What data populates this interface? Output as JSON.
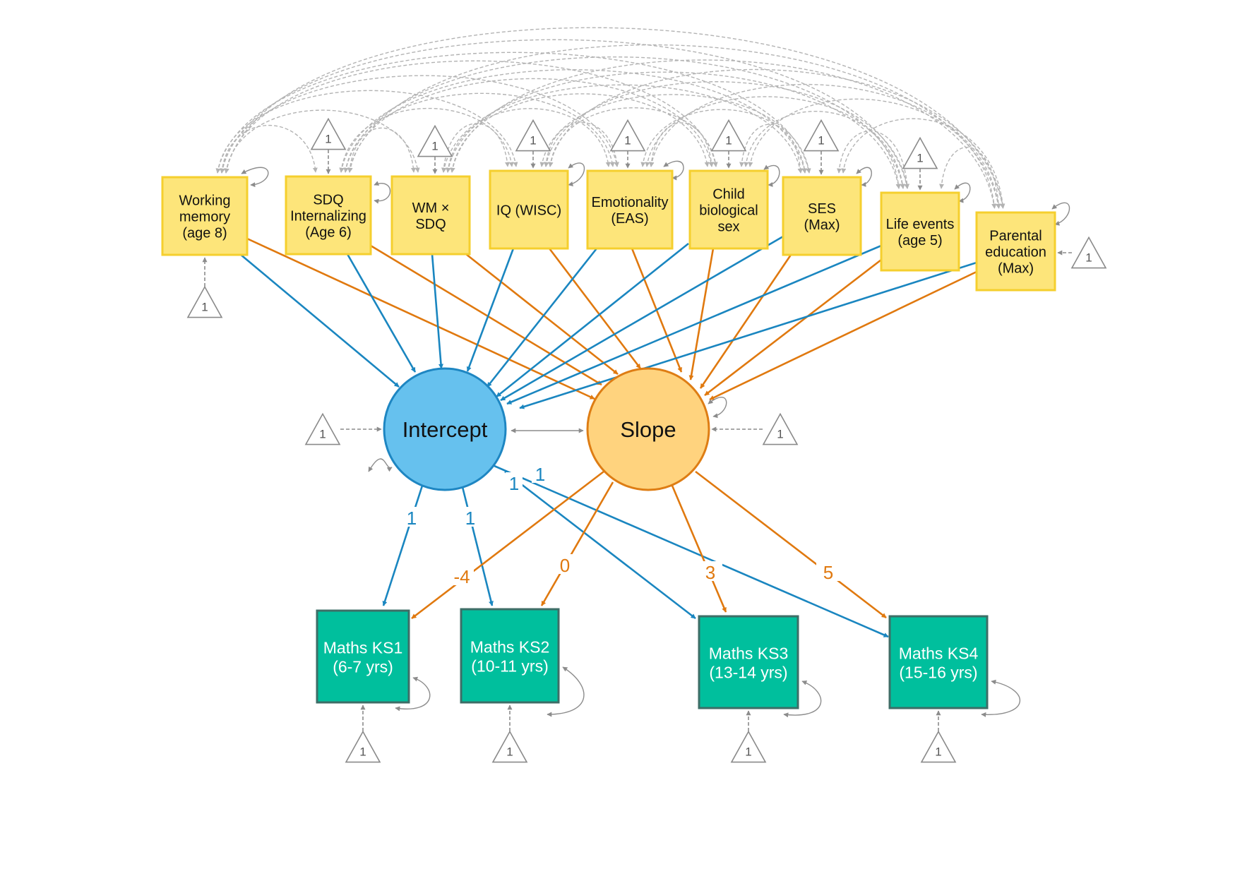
{
  "colors": {
    "predictor_fill": "#FDE57A",
    "predictor_stroke": "#F5CF2E",
    "intercept_fill": "#66C1EE",
    "intercept_stroke": "#1E86C2",
    "slope_fill": "#FFD37E",
    "slope_stroke": "#DE7D14",
    "outcome_fill": "#00BF9D",
    "outcome_stroke": "#3E6E67",
    "blue_path": "#1A86C0",
    "orange_path": "#E0790F",
    "gray": "#8C8C8C",
    "light_gray": "#B3B3B3"
  },
  "predictors": [
    {
      "id": "wm",
      "lines": [
        "Working",
        "memory",
        "(age 8)"
      ]
    },
    {
      "id": "sdq",
      "lines": [
        "SDQ",
        "Internalizing",
        "(Age 6)"
      ]
    },
    {
      "id": "wmxsdq",
      "lines": [
        "WM ×",
        "SDQ"
      ]
    },
    {
      "id": "iq",
      "lines": [
        "IQ (WISC)"
      ]
    },
    {
      "id": "emo",
      "lines": [
        "Emotionality",
        "(EAS)"
      ]
    },
    {
      "id": "sex",
      "lines": [
        "Child",
        "biological",
        "sex"
      ]
    },
    {
      "id": "ses",
      "lines": [
        "SES",
        "(Max)"
      ]
    },
    {
      "id": "life",
      "lines": [
        "Life events",
        "(age 5)"
      ]
    },
    {
      "id": "pared",
      "lines": [
        "Parental",
        "education",
        "(Max)"
      ]
    }
  ],
  "latents": {
    "intercept": "Intercept",
    "slope": "Slope"
  },
  "outcomes": [
    {
      "id": "ks1",
      "lines": [
        "Maths KS1",
        "(6-7 yrs)"
      ]
    },
    {
      "id": "ks2",
      "lines": [
        "Maths KS2",
        "(10-11 yrs)"
      ]
    },
    {
      "id": "ks3",
      "lines": [
        "Maths KS3",
        "(13-14 yrs)"
      ]
    },
    {
      "id": "ks4",
      "lines": [
        "Maths KS4",
        "(15-16 yrs)"
      ]
    }
  ],
  "intercept_loadings": [
    "1",
    "1",
    "1",
    "1"
  ],
  "slope_loadings": [
    "-4",
    "0",
    "3",
    "5"
  ],
  "constant_label": "1"
}
